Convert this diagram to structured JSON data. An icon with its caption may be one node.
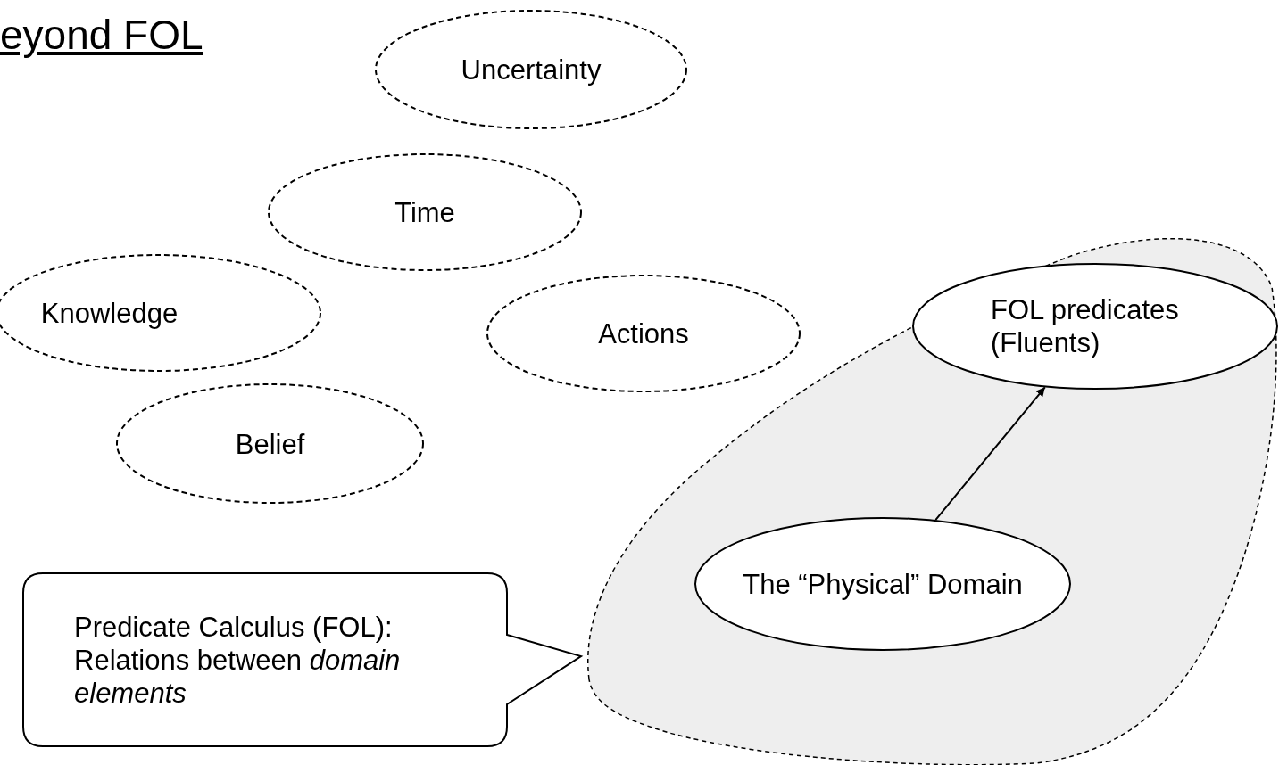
{
  "diagram": {
    "title": "eyond FOL",
    "nodes": [
      {
        "text": [
          "Uncertainty"
        ]
      },
      {
        "text": [
          "Time"
        ]
      },
      {
        "text": [
          "Knowledge"
        ]
      },
      {
        "text": [
          "Actions"
        ]
      },
      {
        "text": [
          "Belief"
        ]
      },
      {
        "text": [],
        "shape": "blob"
      },
      {
        "text": [
          "FOL predicates (Fluents)"
        ],
        "in": 5
      },
      {
        "text": [
          "The “Physical” Domain"
        ],
        "in": 5
      },
      {
        "text": [
          "Predicate Calculus (FOL): Relations between *domain elements*"
        ]
      }
    ],
    "edges": [
      {
        "from": 7,
        "to": 6,
        "arrow": "to"
      }
    ]
  }
}
